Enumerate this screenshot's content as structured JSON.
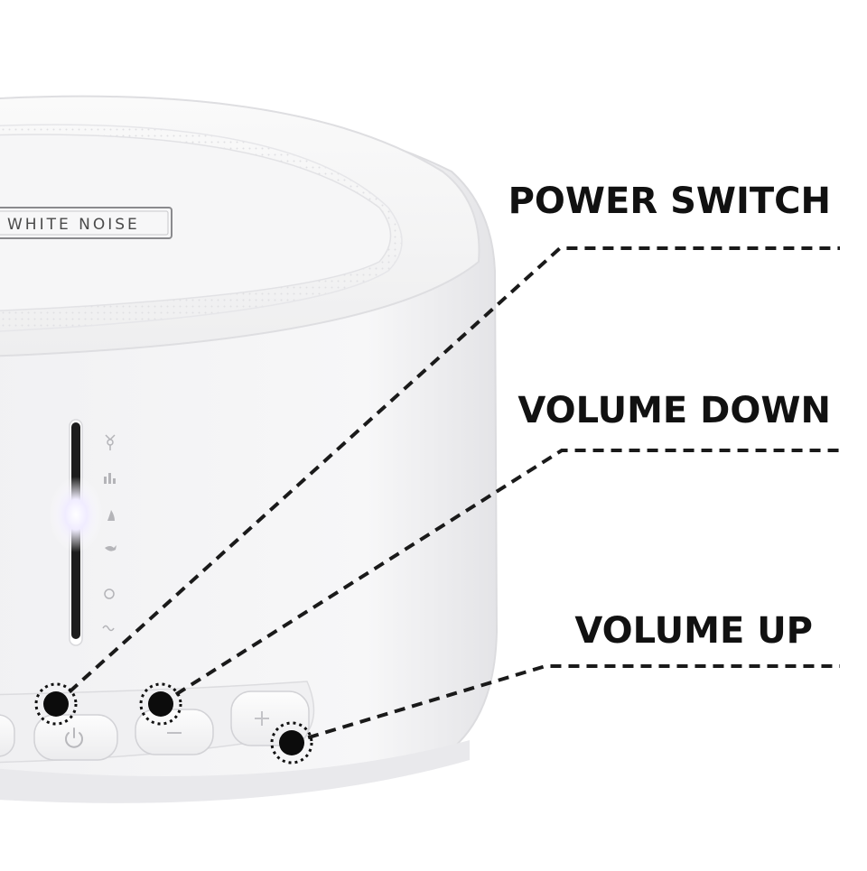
{
  "product": {
    "brand_label": "WHITE NOISE"
  },
  "callouts": [
    {
      "id": "power",
      "label": "POWER SWITCH"
    },
    {
      "id": "volume_down",
      "label": "VOLUME DOWN"
    },
    {
      "id": "volume_up",
      "label": "VOLUME UP"
    }
  ],
  "sound_icons": [
    "fan-icon",
    "bars-icon",
    "fire-icon",
    "bird-icon",
    "circle-icon",
    "wave-icon"
  ],
  "colors": {
    "background": "#ffffff",
    "device_body": "#f4f4f5",
    "device_edge": "#d8d8dc",
    "callout_line": "#1a1a1a",
    "label_text": "#111111"
  }
}
